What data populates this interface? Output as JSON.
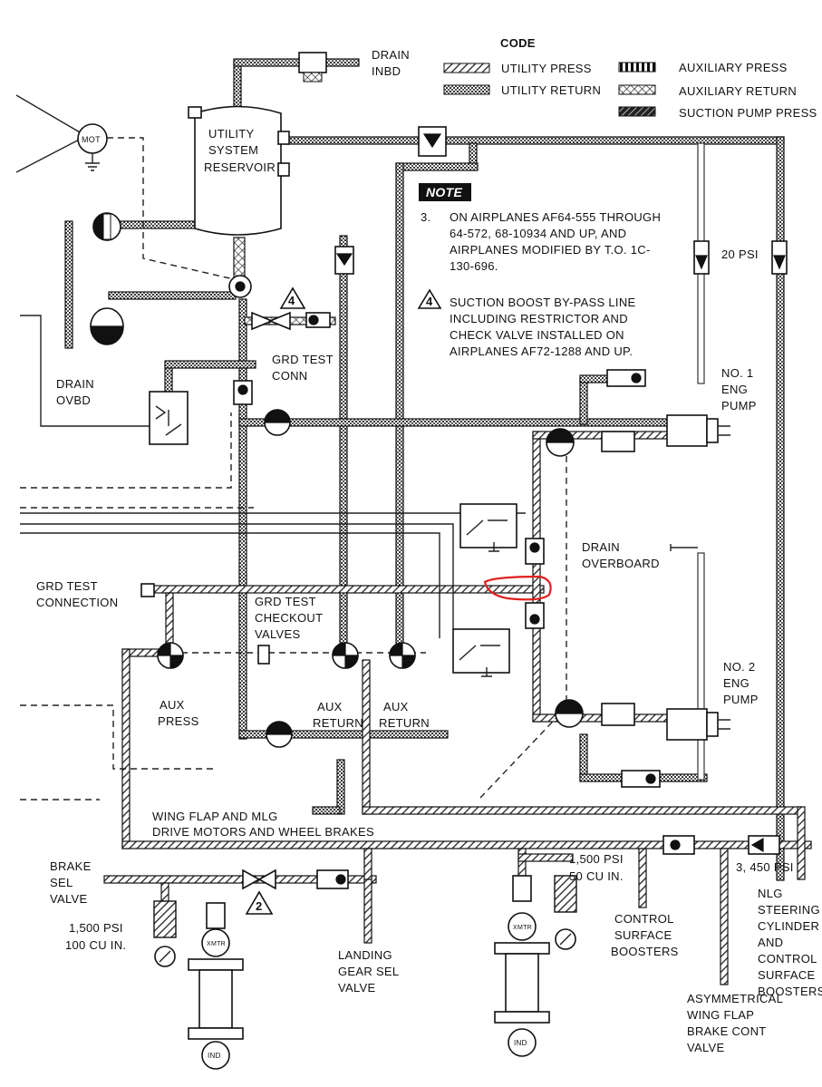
{
  "legend": {
    "title": "CODE",
    "items": [
      {
        "label": "UTILITY PRESS",
        "pattern": "hatch"
      },
      {
        "label": "UTILITY RETURN",
        "pattern": "stipple"
      },
      {
        "label": "AUXILIARY PRESS",
        "pattern": "bars"
      },
      {
        "label": "AUXILIARY RETURN",
        "pattern": "crosshatch"
      },
      {
        "label": "SUCTION PUMP PRESS",
        "pattern": "dark-hatch"
      }
    ]
  },
  "labels": {
    "drain_inbd_1": "DRAIN",
    "drain_inbd_2": "INBD",
    "reservoir_1": "UTILITY",
    "reservoir_2": "SYSTEM",
    "reservoir_3": "RESERVOIR",
    "mot": "MOT",
    "drain_ovbd_1": "DRAIN",
    "drain_ovbd_2": "OVBD",
    "grd_test_conn_1": "GRD TEST",
    "grd_test_conn_2": "CONN",
    "psi_20": "20 PSI",
    "eng_pump1_1": "NO. 1",
    "eng_pump1_2": "ENG",
    "eng_pump1_3": "PUMP",
    "drain_overboard_1": "DRAIN",
    "drain_overboard_2": "OVERBOARD",
    "grd_test_connection_1": "GRD TEST",
    "grd_test_connection_2": "CONNECTION",
    "checkout_1": "GRD TEST",
    "checkout_2": "CHECKOUT",
    "checkout_3": "VALVES",
    "aux_press_1": "AUX",
    "aux_press_2": "PRESS",
    "aux_return1_1": "AUX",
    "aux_return1_2": "RETURN",
    "aux_return2_1": "AUX",
    "aux_return2_2": "RETURN",
    "eng_pump2_1": "NO. 2",
    "eng_pump2_2": "ENG",
    "eng_pump2_3": "PUMP",
    "wing_flap_1": "WING FLAP AND MLG",
    "wing_flap_2": "DRIVE MOTORS AND WHEEL BRAKES",
    "brake_sel_1": "BRAKE",
    "brake_sel_2": "SEL",
    "brake_sel_3": "VALVE",
    "accum1_1": "1,500 PSI",
    "accum1_2": "100 CU IN.",
    "landing_1": "LANDING",
    "landing_2": "GEAR SEL",
    "landing_3": "VALVE",
    "accum2_1": "1,500 PSI",
    "accum2_2": "50 CU IN.",
    "control_1": "CONTROL",
    "control_2": "SURFACE",
    "control_3": "BOOSTERS",
    "psi_3450": "3, 450 PSI",
    "nlg_1": "NLG",
    "nlg_2": "STEERING",
    "nlg_3": "CYLINDER",
    "nlg_4": "AND",
    "nlg_5": "CONTROL",
    "nlg_6": "SURFACE",
    "nlg_7": "BOOSTERS",
    "asym_1": "ASYMMETRICAL",
    "asym_2": "WING FLAP",
    "asym_3": "BRAKE CONT",
    "asym_4": "VALVE",
    "xmtr": "XMTR",
    "ind": "IND"
  },
  "note": {
    "title": "NOTE",
    "item3_number": "3.",
    "item3_lines": [
      "ON AIRPLANES AF64-555 THROUGH",
      "64-572, 68-10934 AND UP, AND",
      "AIRPLANES MODIFIED BY T.O. 1C-",
      "130-696."
    ],
    "item4_marker": "4",
    "item4_lines": [
      "SUCTION BOOST BY-PASS LINE",
      "INCLUDING RESTRICTOR AND",
      "CHECK VALVE INSTALLED ON",
      "AIRPLANES AF72-1288 AND UP."
    ]
  },
  "markers": {
    "note4": "4",
    "note2": "2"
  },
  "colors": {
    "line": "#222222",
    "highlight": "#e02020"
  }
}
